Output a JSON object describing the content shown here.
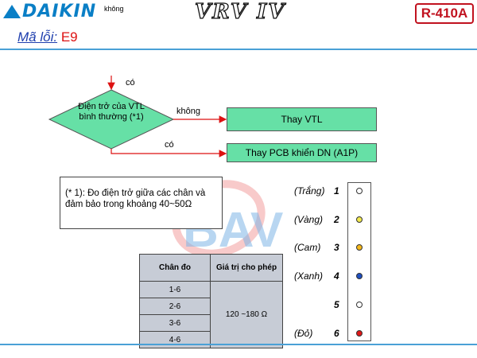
{
  "header": {
    "brand": "DAIKIN",
    "brand_sub": "không",
    "series": "VRV IV",
    "refrigerant": "R-410A"
  },
  "error": {
    "label": "Mã lỗi:",
    "code": "E9"
  },
  "flowchart": {
    "entry_label": "có",
    "decision": "Điện trở của VTL bình thường (*1)",
    "no_label": "không",
    "yes_label": "có",
    "action_no": "Thay VTL",
    "action_yes": "Thay PCB khiển DN (A1P)"
  },
  "note": "(* 1): Đo điện trở giữa các chân và đảm bảo trong khoảng 40~50Ω",
  "table": {
    "headers": [
      "Chân đo",
      "Giá trị cho phép"
    ],
    "rows": [
      "1-6",
      "2-6",
      "3-6",
      "4-6"
    ],
    "value": "120 ~180 Ω"
  },
  "connector": {
    "pins": [
      {
        "num": "1",
        "wire": "(Trắng)",
        "color": "#ffffff"
      },
      {
        "num": "2",
        "wire": "(Vàng)",
        "color": "#f2e94e"
      },
      {
        "num": "3",
        "wire": "(Cam)",
        "color": "#f5b81c"
      },
      {
        "num": "4",
        "wire": "(Xanh)",
        "color": "#1f4fbf"
      },
      {
        "num": "5",
        "wire": "",
        "color": "#ffffff"
      },
      {
        "num": "6",
        "wire": "(Đỏ)",
        "color": "#e01818"
      }
    ]
  },
  "watermark": "BAV"
}
